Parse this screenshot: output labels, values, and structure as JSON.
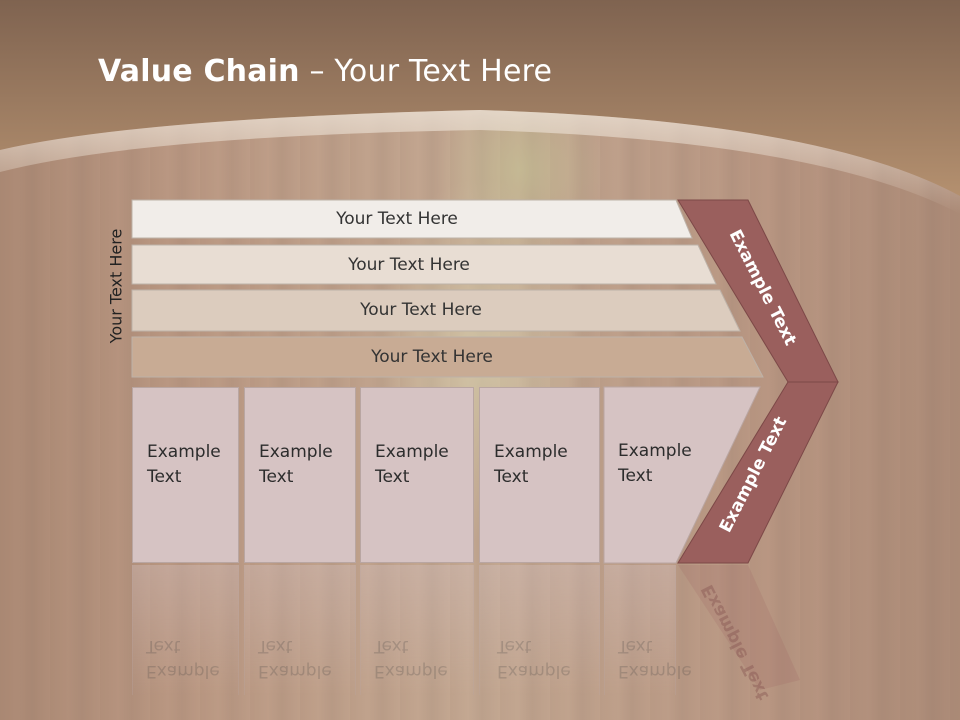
{
  "slide": {
    "title_bold": "Value Chain",
    "title_rest": " – Your Text Here",
    "side_label": "Your Text Here"
  },
  "support_bars": [
    {
      "label": "Your Text Here",
      "color": "#f1ede9"
    },
    {
      "label": "Your Text Here",
      "color": "#e8ddd3"
    },
    {
      "label": "Your Text Here",
      "color": "#dcccbe"
    },
    {
      "label": "Your Text Here",
      "color": "#c8ab94"
    }
  ],
  "activities": [
    {
      "line1": "Example",
      "line2": "Text"
    },
    {
      "line1": "Example",
      "line2": "Text"
    },
    {
      "line1": "Example",
      "line2": "Text"
    },
    {
      "line1": "Example",
      "line2": "Text"
    },
    {
      "line1": "Example",
      "line2": "Text"
    }
  ],
  "chevron": {
    "upper_label": "Example Text",
    "lower_label": "Example Text",
    "color": "#9a5f5d"
  },
  "colors": {
    "header_band": "#a98062",
    "activity_fill": "#d6c3c3"
  }
}
